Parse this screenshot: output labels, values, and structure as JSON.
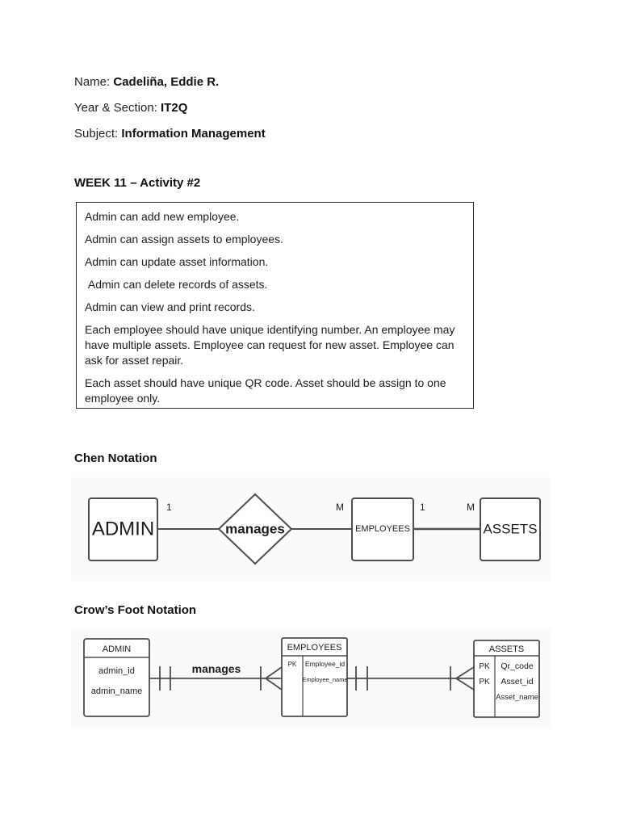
{
  "header": {
    "name_label": "Name: ",
    "name_value": "Cadeliña, Eddie R.",
    "section_label": "Year & Section: ",
    "section_value": "IT2Q",
    "subject_label": "Subject: ",
    "subject_value": "Information Management"
  },
  "activity_title": "WEEK 11 – Activity #2",
  "requirements": [
    "Admin can add new employee.",
    "Admin can assign assets to employees.",
    "Admin can update asset information.",
    " Admin can delete records of assets.",
    "Admin can view and print records.",
    "Each employee should have unique identifying number. An employee may have multiple assets. Employee can request for new asset. Employee can ask for asset repair.",
    "Each asset should have unique QR code. Asset should be assign to one employee only."
  ],
  "chen": {
    "heading": "Chen Notation",
    "relationship": "manages",
    "entities": [
      "ADMIN",
      "EMPLOYEES",
      "ASSETS"
    ],
    "cardinalities": [
      "1",
      "M",
      "1",
      "M"
    ]
  },
  "crows_foot": {
    "heading": "Crow’s Foot Notation",
    "relationship": "manages",
    "tables": [
      {
        "name": "ADMIN",
        "rows": [
          {
            "key": "",
            "field": "admin_id"
          },
          {
            "key": "",
            "field": "admin_name"
          }
        ]
      },
      {
        "name": "EMPLOYEES",
        "rows": [
          {
            "key": "PK",
            "field": "Employee_id"
          },
          {
            "key": "",
            "field": "Employee_name"
          }
        ]
      },
      {
        "name": "ASSETS",
        "rows": [
          {
            "key": "PK",
            "field": "Qr_code"
          },
          {
            "key": "PK",
            "field": "Asset_id"
          },
          {
            "key": "",
            "field": "Asset_name"
          }
        ]
      }
    ]
  },
  "colors": {
    "page_background": "#ffffff",
    "panel_background": "#fafafa",
    "diagram_stroke": "#4d4d4d",
    "text": "#1a1a1a",
    "box_border": "#2b2b2b"
  }
}
